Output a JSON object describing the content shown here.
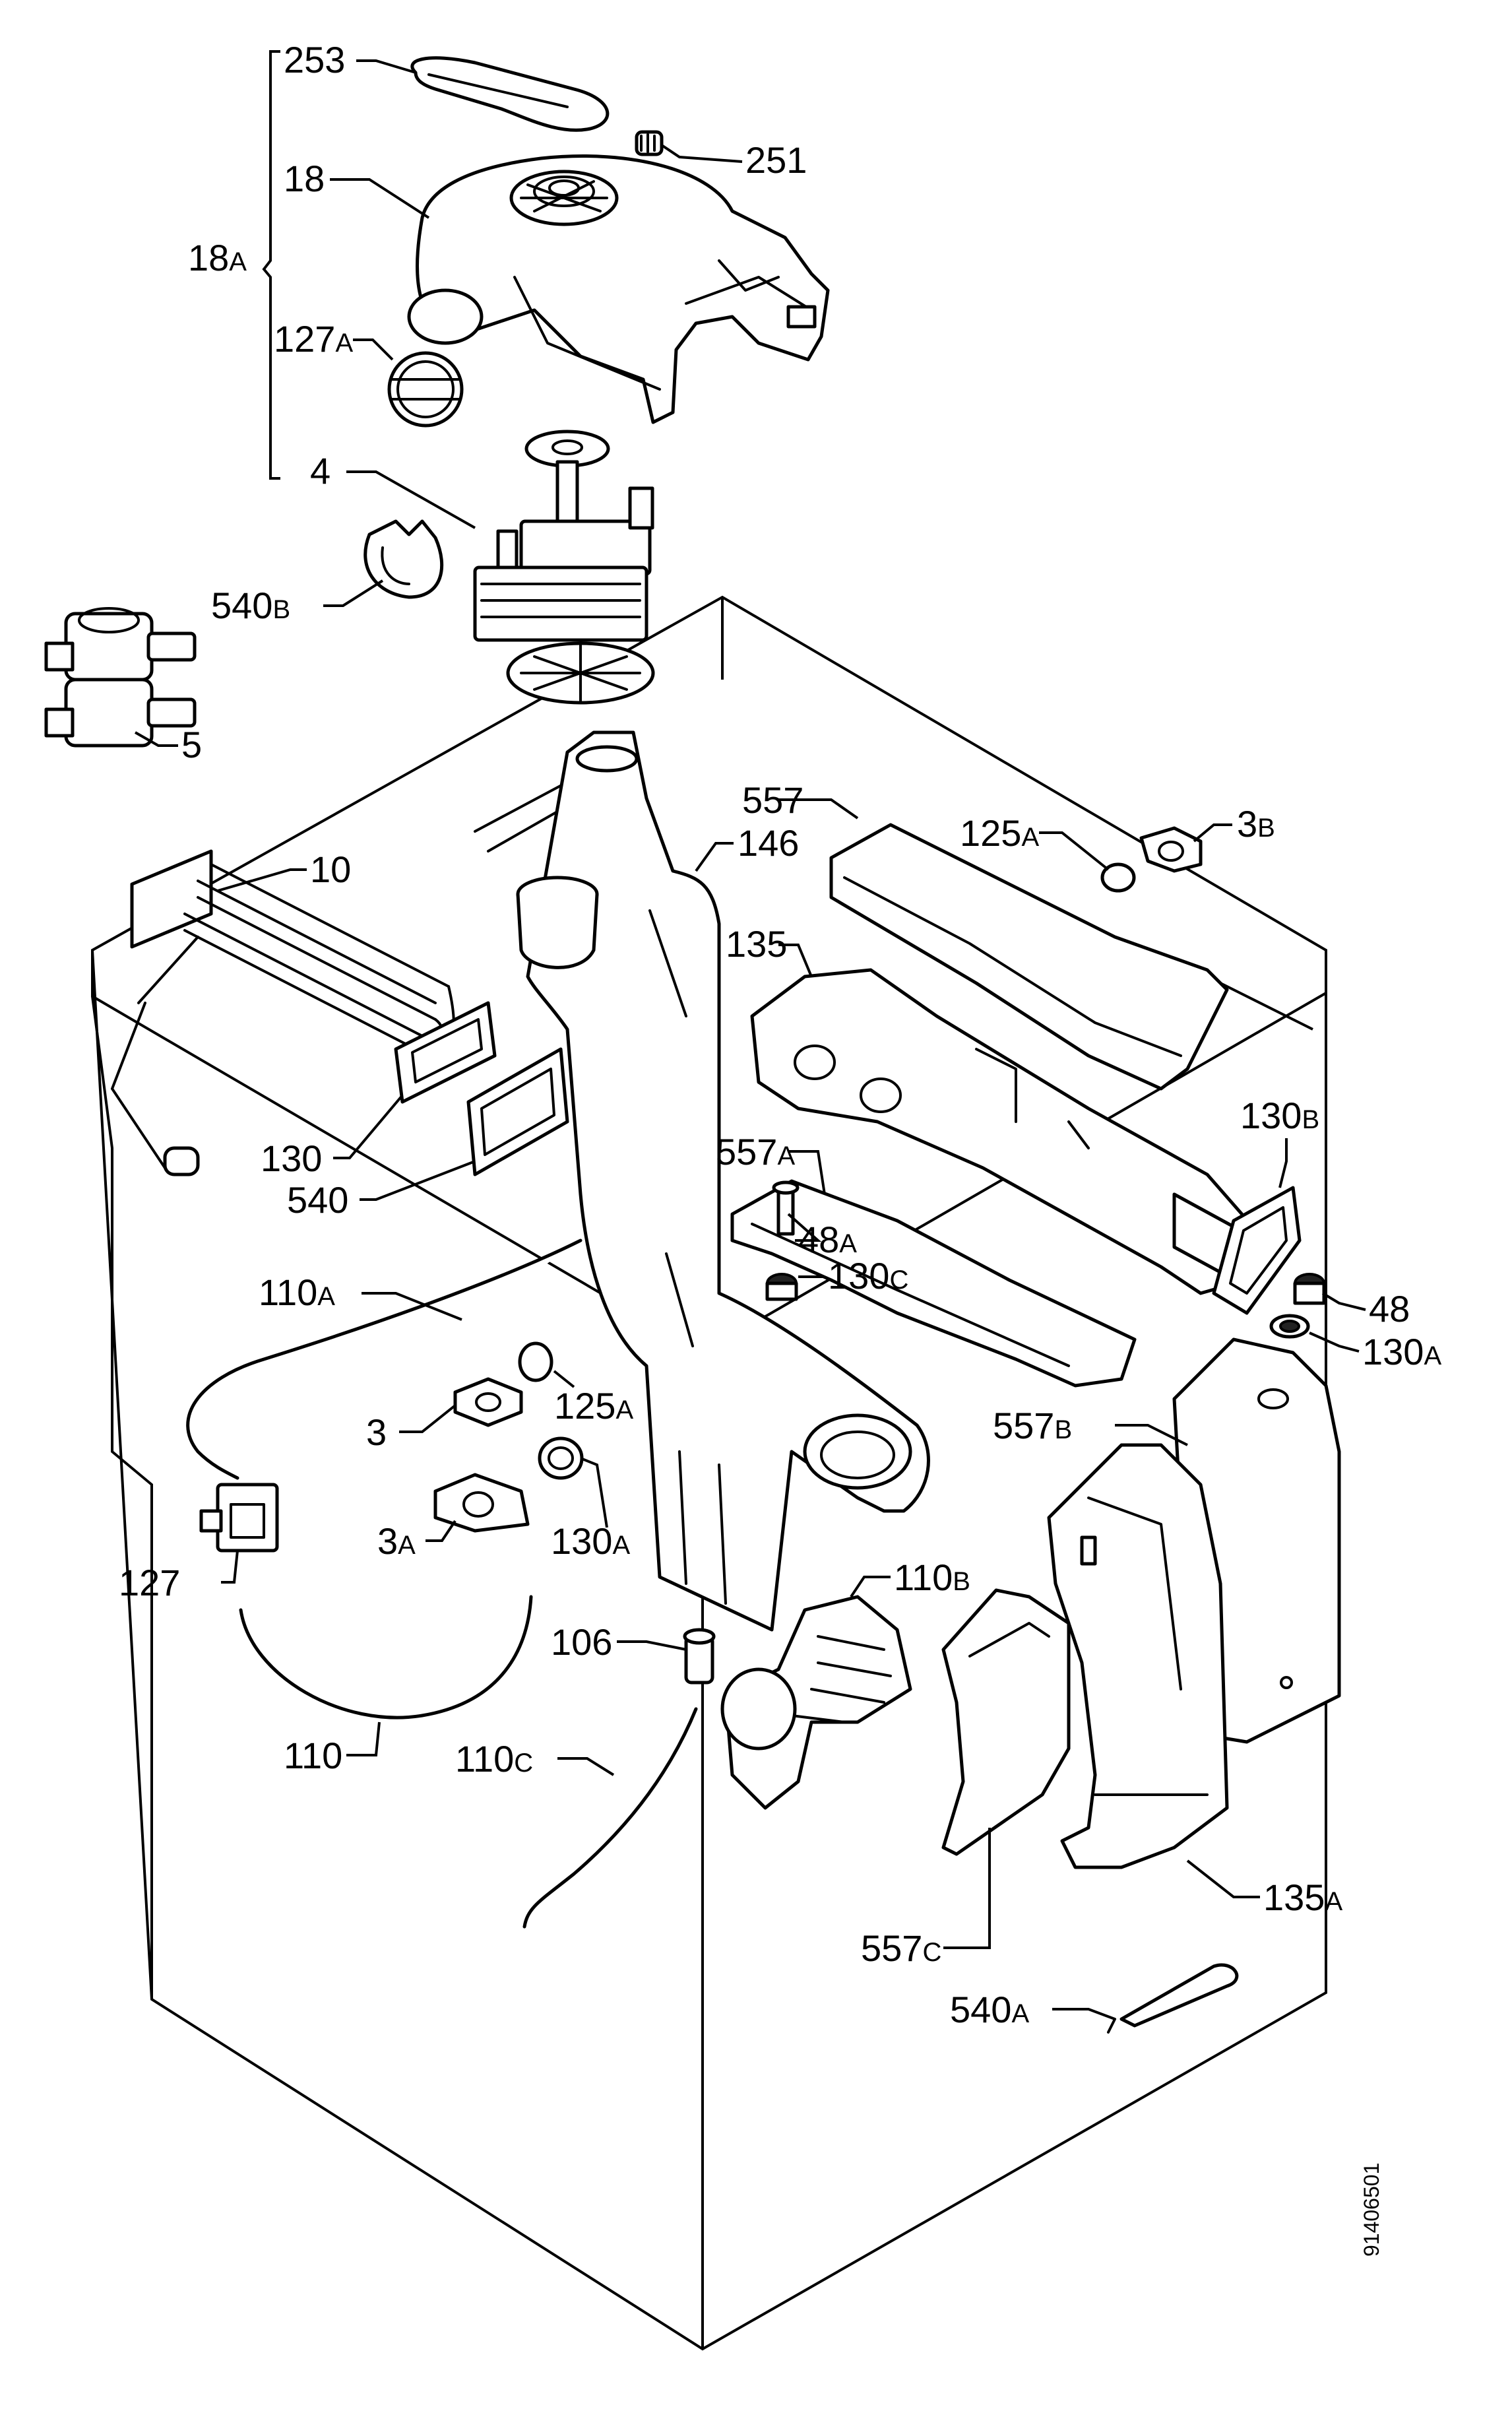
{
  "labels": [
    {
      "id": "l253",
      "num": "253",
      "suffix": ""
    },
    {
      "id": "l251",
      "num": "251",
      "suffix": ""
    },
    {
      "id": "l18",
      "num": "18",
      "suffix": ""
    },
    {
      "id": "l18A",
      "num": "18",
      "suffix": "A"
    },
    {
      "id": "l127A",
      "num": "127",
      "suffix": "A"
    },
    {
      "id": "l4",
      "num": "4",
      "suffix": ""
    },
    {
      "id": "l540B",
      "num": "540",
      "suffix": "B"
    },
    {
      "id": "l5",
      "num": "5",
      "suffix": ""
    },
    {
      "id": "l557",
      "num": "557",
      "suffix": ""
    },
    {
      "id": "l125A1",
      "num": "125",
      "suffix": "A"
    },
    {
      "id": "l3B",
      "num": "3",
      "suffix": "B"
    },
    {
      "id": "l146",
      "num": "146",
      "suffix": ""
    },
    {
      "id": "l10",
      "num": "10",
      "suffix": ""
    },
    {
      "id": "l135",
      "num": "135",
      "suffix": ""
    },
    {
      "id": "l130",
      "num": "130",
      "suffix": ""
    },
    {
      "id": "l540",
      "num": "540",
      "suffix": ""
    },
    {
      "id": "l130B",
      "num": "130",
      "suffix": "B"
    },
    {
      "id": "l557A",
      "num": "557",
      "suffix": "A"
    },
    {
      "id": "l48A",
      "num": "48",
      "suffix": "A"
    },
    {
      "id": "l130C",
      "num": "130",
      "suffix": "C"
    },
    {
      "id": "l110A",
      "num": "110",
      "suffix": "A"
    },
    {
      "id": "l48",
      "num": "48",
      "suffix": ""
    },
    {
      "id": "l130A1",
      "num": "130",
      "suffix": "A"
    },
    {
      "id": "l125A2",
      "num": "125",
      "suffix": "A"
    },
    {
      "id": "l3",
      "num": "3",
      "suffix": ""
    },
    {
      "id": "l557B",
      "num": "557",
      "suffix": "B"
    },
    {
      "id": "l3A",
      "num": "3",
      "suffix": "A"
    },
    {
      "id": "l130A2",
      "num": "130",
      "suffix": "A"
    },
    {
      "id": "l127",
      "num": "127",
      "suffix": ""
    },
    {
      "id": "l110B",
      "num": "110",
      "suffix": "B"
    },
    {
      "id": "l106",
      "num": "106",
      "suffix": ""
    },
    {
      "id": "l110",
      "num": "110",
      "suffix": ""
    },
    {
      "id": "l110C",
      "num": "110",
      "suffix": "C"
    },
    {
      "id": "l135A",
      "num": "135",
      "suffix": "A"
    },
    {
      "id": "l557C",
      "num": "557",
      "suffix": "C"
    },
    {
      "id": "l540A",
      "num": "540",
      "suffix": "A"
    }
  ],
  "drawing_code": "91406501"
}
